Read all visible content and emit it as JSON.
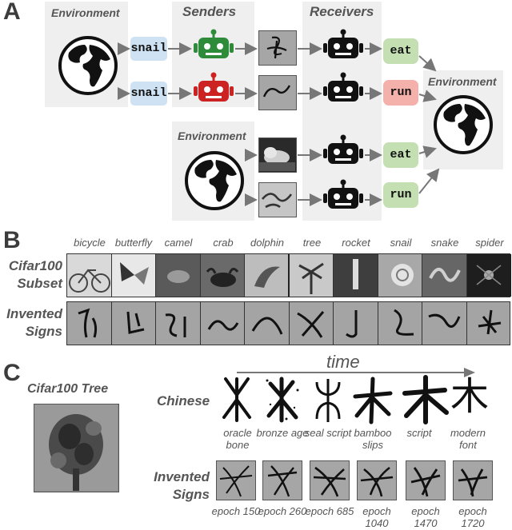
{
  "panel_a": {
    "letter": "A",
    "environment_label": "Environment",
    "senders_label": "Senders",
    "receivers_label": "Receivers",
    "env_right_label": "Environment",
    "env_bottom_label": "Environment",
    "sender_words": [
      "snail",
      "snail"
    ],
    "receiver_actions": [
      "eat",
      "run",
      "eat",
      "run"
    ],
    "colors": {
      "sender_green": "#2e8b3a",
      "sender_red": "#cc2222",
      "action_green": "#c4e0b3",
      "action_red": "#f4b0aa",
      "word_blue": "#cfe2f3"
    }
  },
  "panel_b": {
    "letter": "B",
    "row1_label": "Cifar100 Subset",
    "row2_label": "Invented Signs",
    "categories": [
      "bicycle",
      "butterfly",
      "camel",
      "crab",
      "dolphin",
      "tree",
      "rocket",
      "snail",
      "snake",
      "spider"
    ]
  },
  "panel_c": {
    "letter": "C",
    "tree_label": "Cifar100 Tree",
    "time_label": "time",
    "chinese_label": "Chinese",
    "invented_label": "Invented Signs",
    "chinese_stages": [
      "oracle bone",
      "bronze age",
      "seal script",
      "bamboo slips",
      "script",
      "modern font"
    ],
    "modern_char": "木",
    "epochs": [
      "epoch 150",
      "epoch 260",
      "epoch 685",
      "epoch 1040",
      "epoch 1470",
      "epoch 1720"
    ]
  }
}
